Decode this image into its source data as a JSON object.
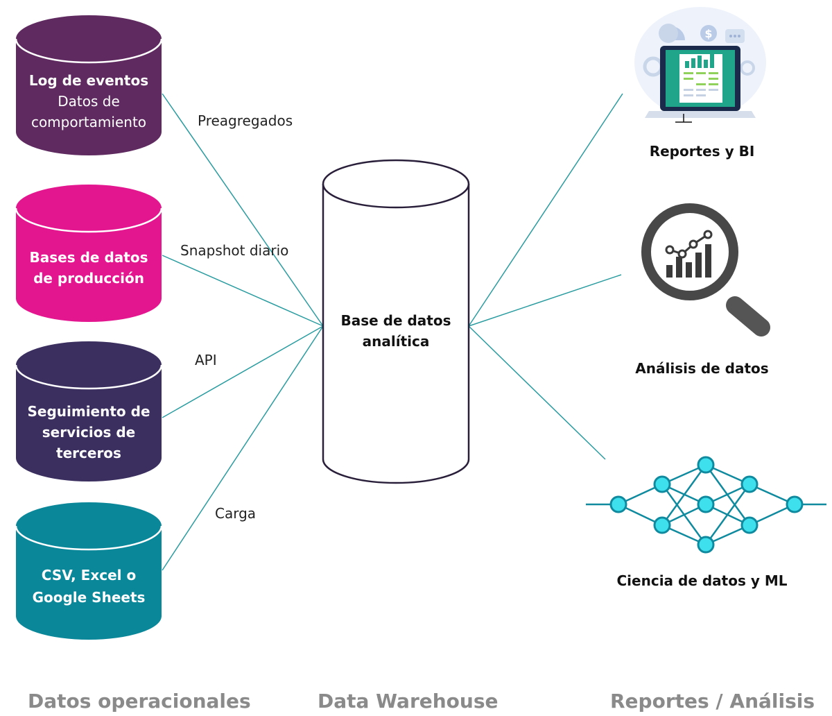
{
  "colors": {
    "log": "#5f2a5f",
    "prod": "#e4168f",
    "third": "#3b2f60",
    "csv": "#0b879a",
    "line": "#2a9ca0",
    "warehouse_stroke": "#2a1f3a",
    "section": "#8a8a8a"
  },
  "sources": [
    {
      "title": "Log de eventos",
      "subtitle_lines": [
        "Datos de",
        "comportamiento"
      ],
      "icon": "database-cylinder"
    },
    {
      "title_lines": [
        "Bases de datos",
        "de producción"
      ],
      "icon": "database-cylinder"
    },
    {
      "title_lines": [
        "Seguimiento de",
        "servicios de",
        "terceros"
      ],
      "icon": "database-cylinder"
    },
    {
      "title_lines": [
        "CSV, Excel o",
        "Google Sheets"
      ],
      "icon": "database-cylinder"
    }
  ],
  "edges": {
    "preagregados": "Preagregados",
    "snapshot": "Snapshot diario",
    "api": "API",
    "carga": "Carga"
  },
  "warehouse": {
    "lines": [
      "Base de datos",
      "analítica"
    ]
  },
  "outputs": [
    {
      "label": "Reportes y BI",
      "icon": "laptop-report-icon"
    },
    {
      "label": "Análisis de datos",
      "icon": "magnifier-chart-icon"
    },
    {
      "label": "Ciencia de datos y ML",
      "icon": "neural-network-icon"
    }
  ],
  "sections": {
    "left": "Datos operacionales",
    "center": "Data Warehouse",
    "right": "Reportes / Análisis"
  }
}
